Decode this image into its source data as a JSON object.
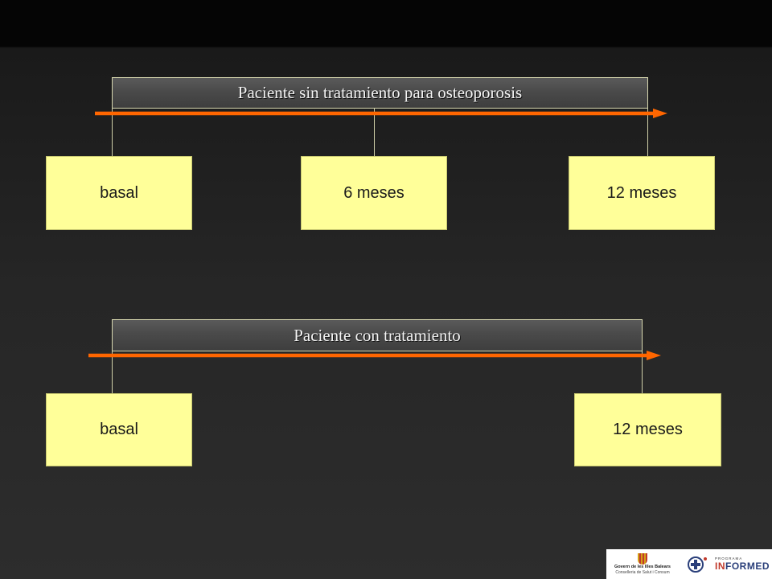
{
  "diagram": {
    "timeline_1": {
      "title": "Paciente sin tratamiento para osteoporosis",
      "milestones": [
        "basal",
        "6 meses",
        "12 meses"
      ]
    },
    "timeline_2": {
      "title": "Paciente con tratamiento",
      "milestones": [
        "basal",
        "12 meses"
      ]
    }
  },
  "logos": {
    "govern_name": "Govern de les Illes Balears",
    "govern_dept": "Conselleria de Salut i Consum",
    "informed_label": "PROGRAMA",
    "informed_name_accent": "IN",
    "informed_name_rest": "FORMED"
  },
  "colors": {
    "background": "#262626",
    "title_bar": "#4a4a4a",
    "milestone_box": "#ffff99",
    "arrow": "#ff6600"
  }
}
